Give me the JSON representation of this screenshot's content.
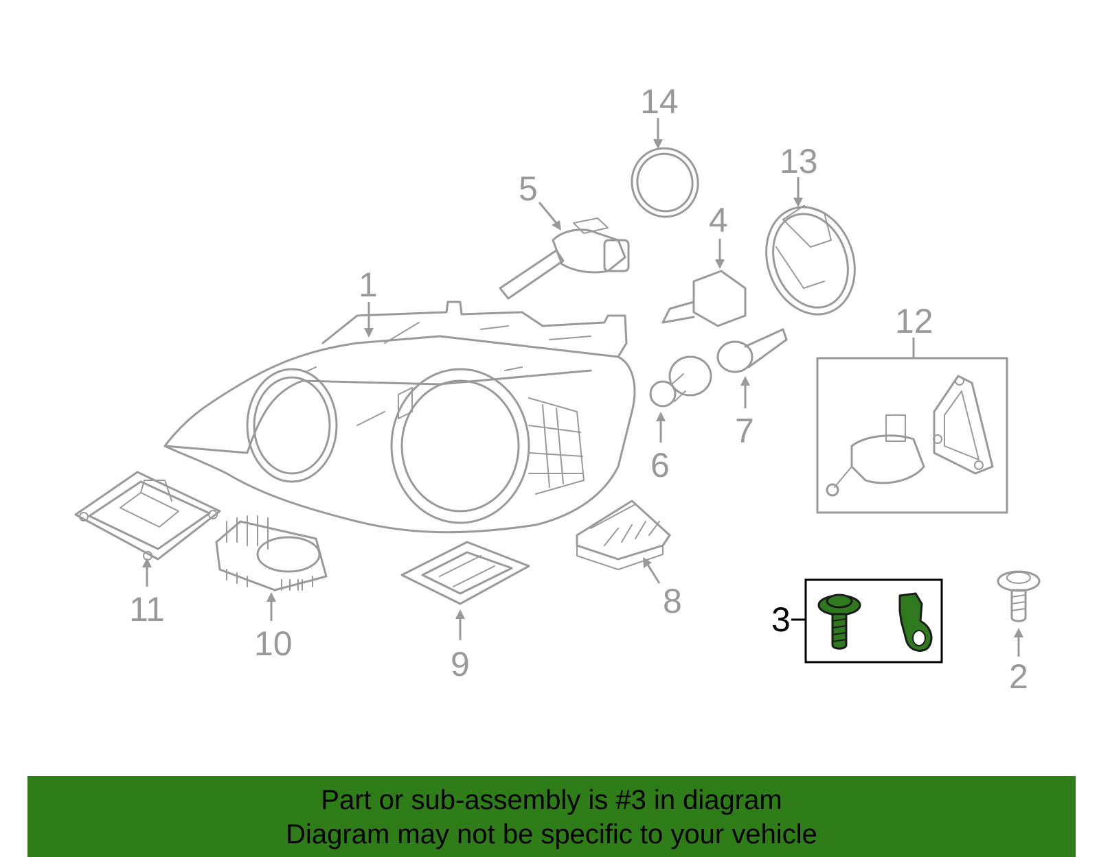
{
  "diagram": {
    "callouts": [
      "1",
      "2",
      "3",
      "4",
      "5",
      "6",
      "7",
      "8",
      "9",
      "10",
      "11",
      "12",
      "13",
      "14"
    ],
    "highlight_color": "#2e7d18",
    "highlighted_callout": "3"
  },
  "banner": {
    "line1": "Part or sub-assembly is #3 in diagram",
    "line2": "Diagram may not be specific to your vehicle"
  }
}
